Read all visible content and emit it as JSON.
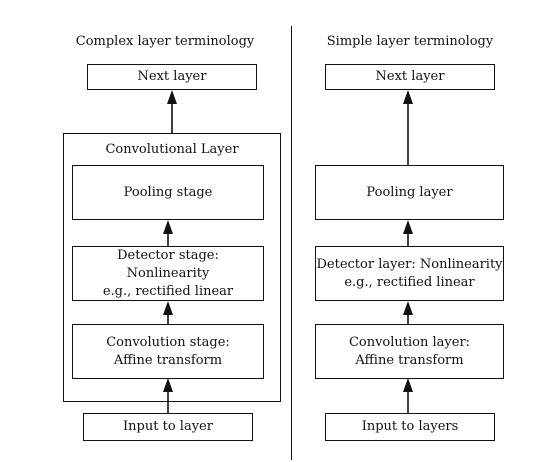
{
  "left": {
    "title": "Complex layer terminology",
    "next_layer": "Next layer",
    "group_label": "Convolutional Layer",
    "pooling": [
      "Pooling stage"
    ],
    "detector": [
      "Detector stage:",
      "Nonlinearity",
      "e.g., rectified linear"
    ],
    "convolution": [
      "Convolution stage:",
      "Affine transform"
    ],
    "input": "Input to layer"
  },
  "right": {
    "title": "Simple layer terminology",
    "next_layer": "Next layer",
    "pooling": [
      "Pooling layer"
    ],
    "detector": [
      "Detector layer: Nonlinearity",
      "e.g., rectified linear"
    ],
    "convolution": [
      "Convolution layer:",
      "Affine transform"
    ],
    "input": "Input to layers"
  }
}
